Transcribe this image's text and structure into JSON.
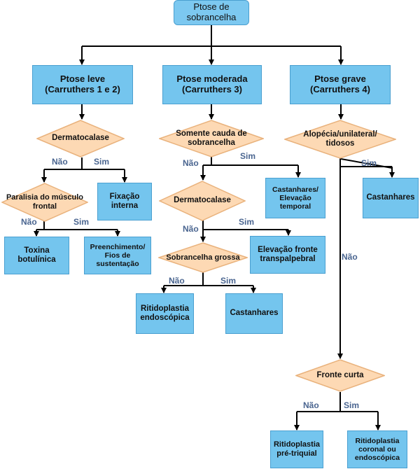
{
  "colors": {
    "box_fill": "#74c5ee",
    "box_border": "#4a9fd0",
    "decision_fill": "#fdd9b4",
    "decision_border": "#e9b27c",
    "arrow": "#000000",
    "branch_label": "#4a6590"
  },
  "nodes": {
    "root": "Ptose de\nsobrancelha",
    "mild": "Ptose leve\n(Carruthers 1 e 2)",
    "moderate": "Ptose moderada\n(Carruthers 3)",
    "severe": "Ptose grave\n(Carruthers 4)",
    "d_dermatochalasis_mild": "Dermatocalase",
    "d_frontalis_palsy": "Paralisia do músculo\nfrontal",
    "internal_fixation": "Fixação\ninterna",
    "botox": "Toxina\nbotulínica",
    "filler_threads": "Preenchimento/\nFios de\nsustentação",
    "d_tail_only": "Somente cauda de\nsobrancelha",
    "castanhares_temporal": "Castanhares/\nElevação\ntemporal",
    "d_dermatochalasis_mod": "Dermatocalase",
    "transpalpebral": "Elevação fronte\ntranspalpebral",
    "d_thick_brow": "Sobrancelha grossa",
    "endoscopic_ritido": "Ritidoplastia\nendoscópica",
    "castanhares_mod": "Castanhares",
    "d_alopecia": "Alopécia/unilateral/\ntidosos",
    "castanhares_severe": "Castanhares",
    "d_short_forehead": "Fronte curta",
    "pretrichial": "Ritidoplastia\npré-triquial",
    "coronal_endoscopic": "Ritidoplastia\ncoronal ou\nendoscópica"
  },
  "labels": {
    "no": "Não",
    "yes": "Sim"
  }
}
